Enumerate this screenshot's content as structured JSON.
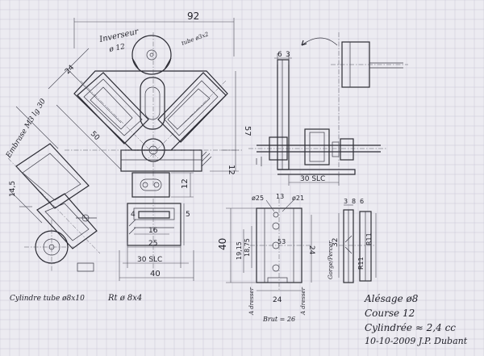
{
  "dimensions": {
    "top_width": "92",
    "left_24": "24",
    "height_57": "57",
    "dim_12a": "12",
    "dim_6": "6",
    "dim_3": "3",
    "dim_30_slc_right": "30 SLC",
    "dim_50": "50",
    "dim_145": "14,5",
    "dim_12b": "12",
    "dim_4": "4",
    "dim_16": "16",
    "dim_25": "25",
    "dim_30_slc_mid": "30 SLC",
    "dim_40_bottom": "40",
    "dim_5": "5",
    "dim_40_left": "40",
    "dim_1915": "19,15",
    "dim_1875": "18,75",
    "dim_25b": "ø25",
    "dim_13": "13",
    "dim_21": "ø21",
    "dim_53": "53",
    "dim_24_side": "24",
    "dim_24_bottom": "24",
    "dim_32": "32",
    "dim_r11a": "R11",
    "dim_r11b": "R11",
    "dim_3b": "3",
    "dim_8": "8",
    "dim_6b": "6"
  },
  "labels": {
    "inverseur": "Inverseur",
    "inverseur_dia": "ø 12",
    "tube_label": "tube ø3x2",
    "embrayage": "Embrase M3 lg 30",
    "cyl_tube": "Cylindre tube ø8x10",
    "rt": "Rt ø 8x4",
    "brut": "Brut = 26",
    "a_dresser_1": "A dresser",
    "a_dresser_2": "A dresser",
    "gorge": "Gorge/Percer"
  },
  "title_block": {
    "alesage": "Alésage ø8",
    "course": "Course   12",
    "cylindree": "Cylindrée ≈ 2,4 cc",
    "date_author": "10-10-2009   J.P. Dubant"
  },
  "colors": {
    "paper": "#ecebf1",
    "ink": "#2b2b33",
    "grid": "#c9c7d6"
  }
}
